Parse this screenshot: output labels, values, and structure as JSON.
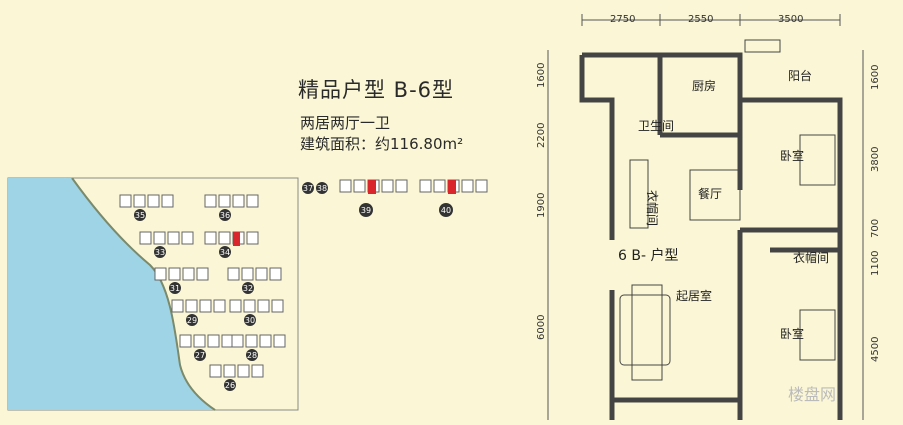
{
  "header": {
    "title": "精品户型  B-6型",
    "layout": "两居两厅一卫",
    "area": "建筑面积：约116.80m²"
  },
  "site_map": {
    "buildings": [
      "35",
      "36",
      "33",
      "34",
      "31",
      "32",
      "29",
      "30",
      "27",
      "28",
      "26"
    ],
    "top_row": [
      "37",
      "38",
      "39",
      "40"
    ],
    "highlight_color": "#d9262c",
    "water_color": "#9fd3e6"
  },
  "floorplan": {
    "top_dims": [
      "2750",
      "2550",
      "3500"
    ],
    "left_dims": [
      "1600",
      "2200",
      "1900",
      "6000"
    ],
    "right_dims": [
      "1600",
      "3800",
      "700",
      "1100",
      "4500"
    ],
    "rooms": {
      "kitchen": "厨房",
      "balcony": "阳台",
      "bathroom": "卫生间",
      "bedroom1": "卧室",
      "closet1": "衣帽间",
      "dining": "餐厅",
      "type_label": "6  B-  户型",
      "living": "起居室",
      "closet2": "衣帽间",
      "bedroom2": "卧室"
    }
  },
  "watermark": "楼盘网"
}
